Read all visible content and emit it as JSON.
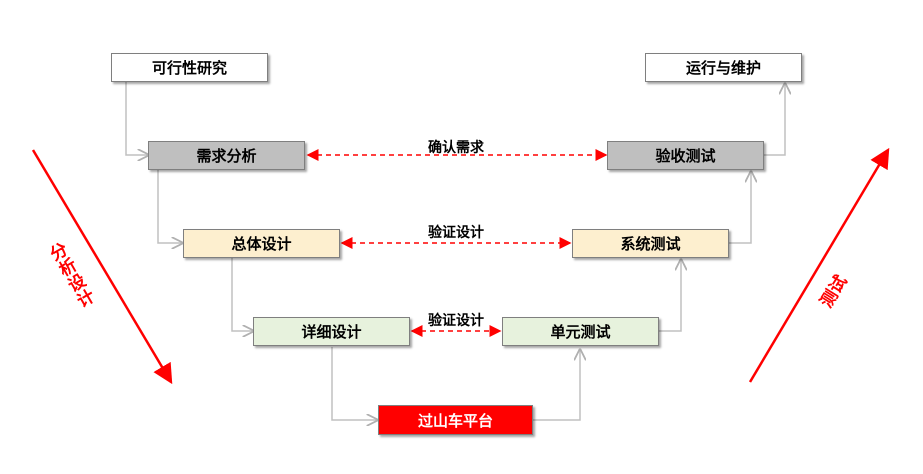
{
  "boxes": {
    "feasibility": "可行性研究",
    "requirements": "需求分析",
    "overall_design": "总体设计",
    "detailed_design": "详细设计",
    "roller_coaster": "过山车平台",
    "unit_test": "单元测试",
    "system_test": "系统测试",
    "acceptance_test": "验收测试",
    "operation": "运行与维护"
  },
  "links": {
    "confirm_requirements": "确认需求",
    "verify_overall": "验证设计",
    "verify_detailed": "验证设计"
  },
  "sides": {
    "left": "分析设计",
    "right": "测试"
  },
  "colors": {
    "red": "#ff0000",
    "connector": "#bfbfbf",
    "gray_box": "#bfbfbf",
    "beige_box": "#fdefcf",
    "green_box": "#e7f2dd"
  }
}
